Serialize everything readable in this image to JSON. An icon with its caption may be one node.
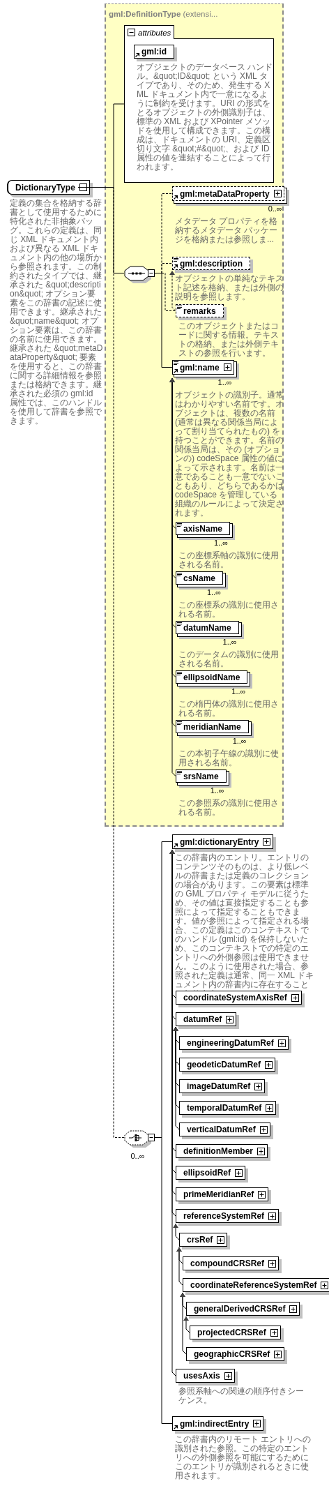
{
  "diagram": {
    "nodes": [
      {
        "text": [
          "DictionaryType",
          "定義の集合を格納する辞書として使用するために特化された非抽象バッグ。これらの定義は、同じ XML ドキュメント内および異なる XML ドキュメント内の他の場所から参照されます。この制約されたタイプでは、継承された &quot;description&quot; オプション要素をこの辞書の記述に使用できます。継承された &quot;name&quot; オプション要素は、この辞書の名前に使用できます。継承された &quot;metaDataProperty&quot; 要素を使用すると、この辞書に関する詳細情報を参照または格納できます。継承された必須の gml:id 属性では、このハンドルを使用して辞書を参照できます。"
        ]
      },
      {
        "text": [
          "**gml:DefinitionType** (extensi..."
        ]
      },
      {
        "text": [
          "attributes"
        ],
        "in": 1
      },
      {
        "text": [
          "gml:id",
          "オブジェクトのデータベース ハンドル。&quot;ID&quot; という XML タイプであり、そのため、発生する XML ドキュメント内で一意になるように制約を受けます。URI の形式をとるオブジェクトの外側識別子は、標準の XML および XPointer メソッドを使用して構成できます。この構成は、ドキュメントの URI、定義区切り文字 &quot;#&quot;、および ID 属性の値を連結することによって行われます。"
        ],
        "in": 2
      },
      {
        "text": [],
        "shape": "octagon",
        "in": 1
      },
      {
        "text": [
          "gml:metaDataProperty",
          "メタデータ プロパティを格納するメタデータ パッケージを格納または参照しま..."
        ],
        "beside": [
          "0..∞"
        ],
        "in": 1
      },
      {
        "text": [
          "gml:description",
          "オブジェクトの単純なテキスト記述を格納、または外側の説明を参照します。"
        ],
        "in": 1
      },
      {
        "text": [
          "remarks",
          "このオブジェクトまたはコードに関する情報。テキストの格納、または外側テキストの参照を行います。"
        ],
        "in": 1
      },
      {
        "text": [
          "gml:name",
          "オブジェクトの識別子。通常はわかりやすい名前です。オブジェクトは、複数の名前 (通常は異なる関係当局によって割り当てられたもの) を持つことができます。名前の関係当局は、その (オプションの) codeSpace 属性の値によって示されます。名前は一意であることも一意でないこともあり、どちらであるかは codeSpace を管理している組織のルールによって決定されます。"
        ],
        "beside": [
          "1..∞"
        ],
        "in": 1
      },
      {
        "text": [
          "axisName",
          "この座標系軸の識別に使用される名前。"
        ],
        "beside": [
          "1..∞"
        ],
        "in": 1
      },
      {
        "text": [
          "csName",
          "この座標系の識別に使用される名前。"
        ],
        "beside": [
          "1..∞"
        ],
        "in": 1
      },
      {
        "text": [
          "datumName",
          "このデータムの識別に使用される名前。"
        ],
        "beside": [
          "1..∞"
        ],
        "in": 1
      },
      {
        "text": [
          "ellipsoidName",
          "この楕円体の識別に使用される名前。"
        ],
        "beside": [
          "1..∞"
        ],
        "in": 1
      },
      {
        "text": [
          "meridianName",
          "この本初子午線の識別に使用される名前。"
        ],
        "beside": [
          "1..∞"
        ],
        "in": 1
      },
      {
        "text": [
          "srsName",
          "この参照系の識別に使用される名前。"
        ],
        "beside": [
          "1..∞"
        ],
        "in": 1
      },
      {
        "text": [],
        "shape": "octagon",
        "beside": [
          "0..∞"
        ]
      },
      {
        "text": [
          "gml:dictionaryEntry",
          "この辞書内のエントリ。エントリのコンテンツそのものは、より低レベルの辞書または定義のコレクションの場合があります。この要素は標準の GML プロパティ モデルに従うため、その値は直接指定することも参照によって指定することもできます。値が参照によって指定される場合、この定義はこのコンテキストでのハンドル (gml:id) を保持しないため、このコンテキストでの特定のエントリへの外側参照は使用できません。このように使用された場合、参照された定義は通常、同一 XML ドキュメント内の辞書内に存在することになります。"
        ]
      },
      {
        "text": [
          "coordinateSystemAxisRef"
        ]
      },
      {
        "text": [
          "datumRef"
        ]
      },
      {
        "text": [
          "engineeringDatumRef"
        ]
      },
      {
        "text": [
          "geodeticDatumRef"
        ]
      },
      {
        "text": [
          "imageDatumRef"
        ]
      },
      {
        "text": [
          "temporalDatumRef"
        ]
      },
      {
        "text": [
          "verticalDatumRef"
        ]
      },
      {
        "text": [
          "definitionMember"
        ]
      },
      {
        "text": [
          "ellipsoidRef"
        ]
      },
      {
        "text": [
          "primeMeridianRef"
        ]
      },
      {
        "text": [
          "referenceSystemRef"
        ]
      },
      {
        "text": [
          "crsRef"
        ]
      },
      {
        "text": [
          "compoundCRSRef"
        ]
      },
      {
        "text": [
          "coordinateReferenceSystemRef"
        ]
      },
      {
        "text": [
          "generalDerivedCRSRef"
        ]
      },
      {
        "text": [
          "projectedCRSRef"
        ]
      },
      {
        "text": [
          "geographicCRSRef"
        ]
      },
      {
        "text": [
          "usesAxis",
          "参照系軸への関連の順序付きシーケンス。"
        ]
      },
      {
        "text": [
          "gml:indirectEntry",
          "この辞書内のリモート エントリへの識別された参照。この特定のエントリへの外側参照を可能にするためにこのエントリが識別されるときに使用されます。"
        ]
      }
    ],
    "edges": [
      {
        "from": 0,
        "to": 2,
        "arrow": "none"
      },
      {
        "from": 0,
        "to": 4,
        "arrow": "none"
      },
      {
        "from": 0,
        "to": 15,
        "arrow": "none",
        "style": "dashed"
      },
      {
        "from": 4,
        "to": 5,
        "arrow": "none",
        "style": "dashed"
      },
      {
        "from": 4,
        "to": 6,
        "arrow": "none",
        "style": "dashed"
      },
      {
        "from": 4,
        "to": 7,
        "arrow": "none",
        "style": "dashed"
      },
      {
        "from": 4,
        "to": 8,
        "arrow": "none"
      },
      {
        "from": 7,
        "to": 6,
        "arrow": "to",
        "style": "dashed"
      },
      {
        "from": 9,
        "to": 8,
        "arrow": "to"
      },
      {
        "from": 10,
        "to": 8,
        "arrow": "to"
      },
      {
        "from": 11,
        "to": 8,
        "arrow": "to"
      },
      {
        "from": 12,
        "to": 8,
        "arrow": "to"
      },
      {
        "from": 13,
        "to": 8,
        "arrow": "to"
      },
      {
        "from": 14,
        "to": 8,
        "arrow": "to"
      },
      {
        "from": 15,
        "to": 16,
        "arrow": "none"
      },
      {
        "from": 15,
        "to": 35,
        "arrow": "none"
      },
      {
        "from": 17,
        "to": 16,
        "arrow": "to"
      },
      {
        "from": 18,
        "to": 16,
        "arrow": "to"
      },
      {
        "from": 19,
        "to": 18,
        "arrow": "to"
      },
      {
        "from": 20,
        "to": 18,
        "arrow": "to"
      },
      {
        "from": 21,
        "to": 18,
        "arrow": "to"
      },
      {
        "from": 22,
        "to": 18,
        "arrow": "to"
      },
      {
        "from": 23,
        "to": 18,
        "arrow": "to"
      },
      {
        "from": 24,
        "to": 16,
        "arrow": "to"
      },
      {
        "from": 25,
        "to": 16,
        "arrow": "to"
      },
      {
        "from": 26,
        "to": 16,
        "arrow": "to"
      },
      {
        "from": 27,
        "to": 16,
        "arrow": "to"
      },
      {
        "from": 28,
        "to": 27,
        "arrow": "to"
      },
      {
        "from": 29,
        "to": 28,
        "arrow": "to"
      },
      {
        "from": 30,
        "to": 28,
        "arrow": "to"
      },
      {
        "from": 31,
        "to": 30,
        "arrow": "to"
      },
      {
        "from": 32,
        "to": 31,
        "arrow": "to"
      },
      {
        "from": 33,
        "to": 30,
        "arrow": "to"
      },
      {
        "from": 34,
        "to": 16,
        "arrow": "to"
      }
    ]
  }
}
